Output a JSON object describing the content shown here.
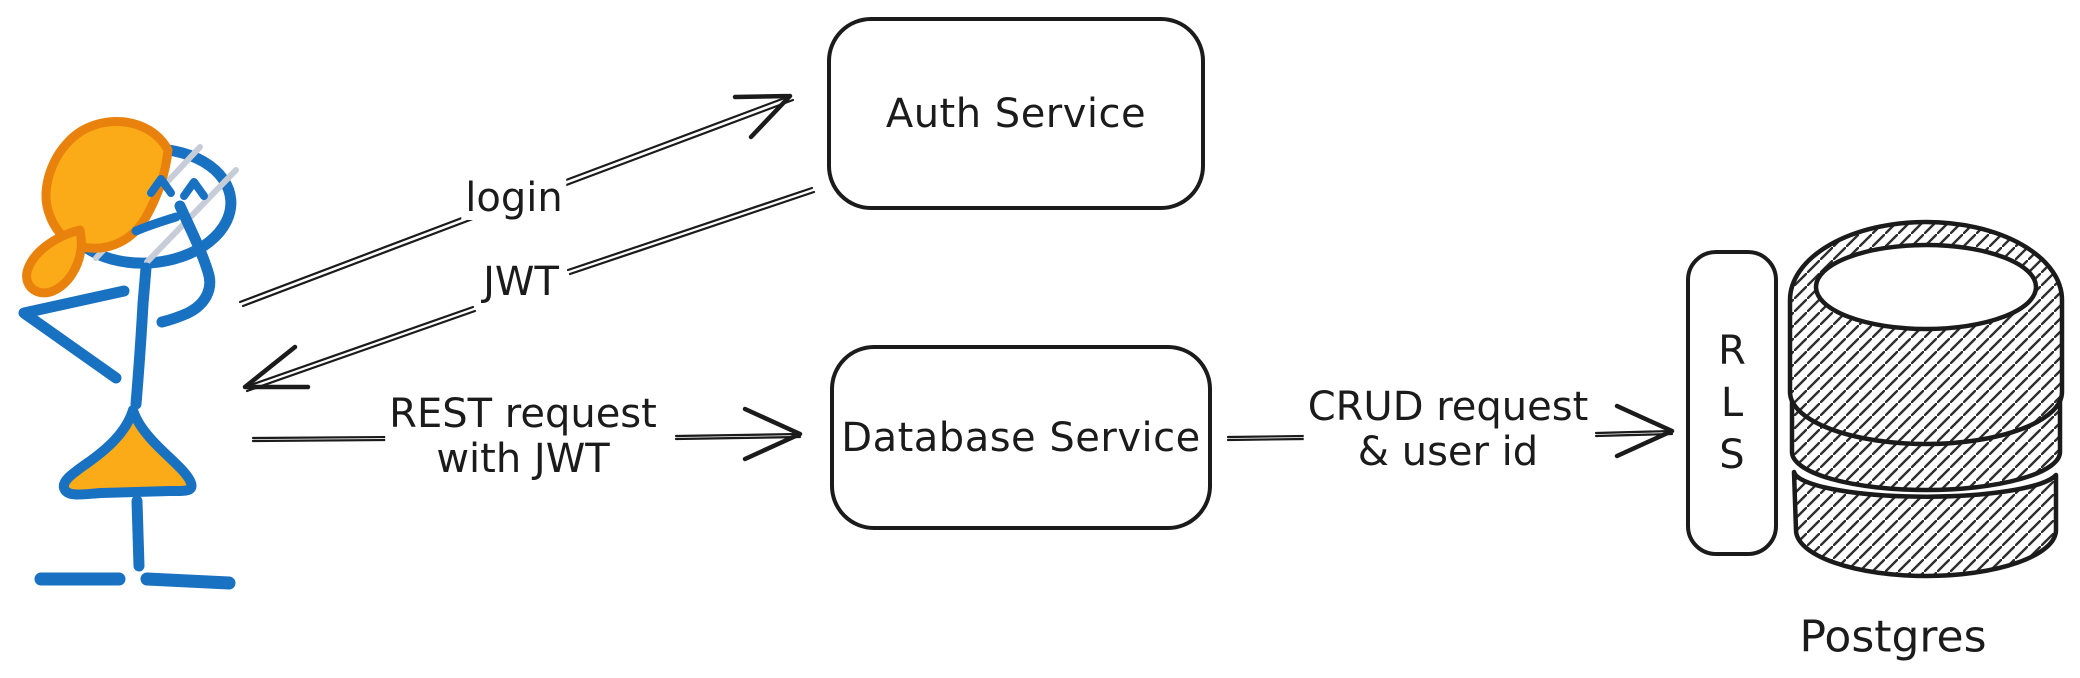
{
  "diagram": {
    "title_implicit": "Auth flow with Postgres Row Level Security",
    "actor": {
      "type": "user-stick-figure"
    },
    "nodes": {
      "auth_service": {
        "label": "Auth Service"
      },
      "database_service": {
        "label": "Database Service"
      },
      "rls": {
        "letters": [
          "R",
          "L",
          "S"
        ]
      },
      "postgres": {
        "label": "Postgres",
        "icon": "database-cylinder"
      }
    },
    "arrows": {
      "login": {
        "label": "login",
        "from": "user",
        "to": "auth_service"
      },
      "jwt": {
        "label": "JWT",
        "from": "auth_service",
        "to": "user"
      },
      "rest": {
        "label_line1": "REST request",
        "label_line2": "with JWT",
        "from": "user",
        "to": "database_service"
      },
      "crud": {
        "label_line1": "CRUD request",
        "label_line2": "& user id",
        "from": "database_service",
        "to": "rls"
      }
    },
    "colors": {
      "stroke_black": "#1b1b1b",
      "figure_blue": "#1971c2",
      "hair_orange_stroke": "#e8820c",
      "hair_orange_fill": "#fbab17",
      "face_hatch_grey": "#c6ccd8",
      "background": "#ffffff"
    }
  }
}
